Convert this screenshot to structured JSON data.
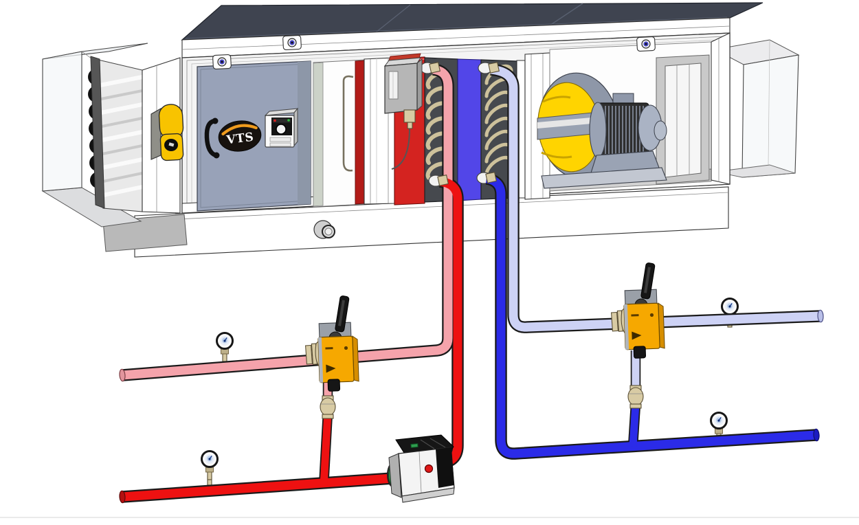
{
  "scene": {
    "kind": "isometric-3d-illustration",
    "subject": "air-handling-unit-with-heating-and-cooling-coil-piping",
    "logo_text": "VTS"
  },
  "colors": {
    "roof": "#3f4450",
    "door_panel": "#98a2b8",
    "heating_panel": "#d42320",
    "cooling_panel": "#5246e8",
    "coil_header": "#46494e",
    "coil_tube": "#cdc19b",
    "fan_yellow": "#ffd400",
    "fan_gray": "#8e97a8",
    "lock_yellow": "#f8c300",
    "brass": "#d8cba4",
    "actuator_orange": "#f6a800",
    "pump_green": "#2f9e4f",
    "hot_supply": "#f5a3ab",
    "hot_return": "#ee1111",
    "chilled_supply": "#cdd2f5",
    "chilled_return": "#2b2be8",
    "logo_black": "#17120e",
    "logo_orange": "#ef9b1d",
    "pipe_outline": "#1a1a1a"
  },
  "components": [
    {
      "name": "outside-air-intake-hood",
      "quantity": 1
    },
    {
      "name": "roll-filter",
      "quantity": 1
    },
    {
      "name": "inspection-door",
      "quantity": 1
    },
    {
      "name": "door-lock",
      "quantity": 1
    },
    {
      "name": "vts-logo",
      "quantity": 1
    },
    {
      "name": "controller-box",
      "quantity": 1
    },
    {
      "name": "frost-thermostat",
      "quantity": 1
    },
    {
      "name": "heating-coil",
      "quantity": 1
    },
    {
      "name": "cooling-coil",
      "quantity": 1
    },
    {
      "name": "supply-fan-with-motor",
      "quantity": 1
    },
    {
      "name": "discharge-duct",
      "quantity": 1
    },
    {
      "name": "roof-latch",
      "quantity": 3
    },
    {
      "name": "three-way-valve-with-actuator",
      "quantity": 2
    },
    {
      "name": "pipe-union",
      "quantity": 2
    },
    {
      "name": "circulation-pump",
      "quantity": 1
    },
    {
      "name": "pressure-gauge",
      "quantity": 4
    },
    {
      "name": "drain-stub",
      "quantity": 1
    }
  ]
}
